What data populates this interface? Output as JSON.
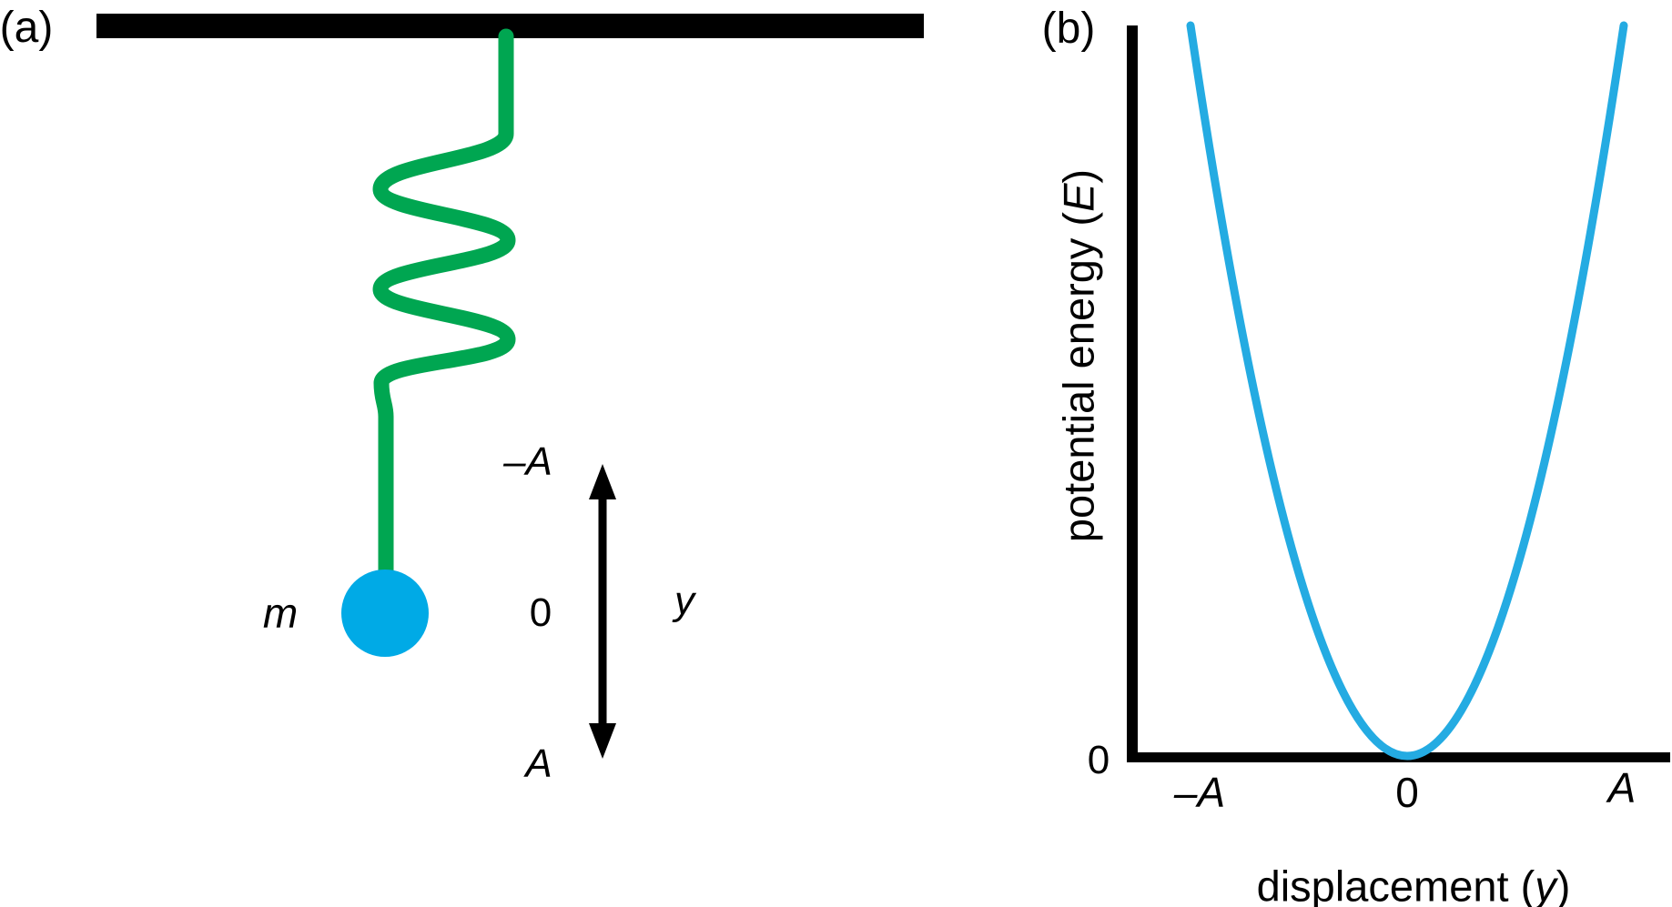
{
  "figure": {
    "caption_hint": "mass hanging on a spring (a) and its harmonic potential energy curve (b)",
    "panel_a": {
      "label": "(a)",
      "mass_label": "m",
      "displacement_scale": {
        "top_label": "–A",
        "equilibrium_label": "0",
        "bottom_label": "A",
        "axis_variable": "y"
      }
    },
    "panel_b": {
      "label": "(b)",
      "y_axis_label": {
        "prefix": "potential energy (",
        "variable": "E",
        "suffix": ")"
      },
      "x_axis_label": {
        "prefix": "displacement (",
        "variable": "y",
        "suffix": ")"
      },
      "origin_tick_label": "0",
      "x_tick_labels": [
        "–A",
        "0",
        "A"
      ]
    },
    "colors": {
      "spring_green": "#00A651",
      "mass_blue": "#00AAE6",
      "curve_blue": "#24ABE2",
      "ink_black": "#000000",
      "background": "#FFFFFF"
    }
  },
  "chart_data": {
    "type": "line",
    "title": "",
    "xlabel": "displacement (y)",
    "ylabel": "potential energy (E)",
    "x_tick_labels": [
      "-A",
      "0",
      "A"
    ],
    "y_tick_labels": [
      "0"
    ],
    "x_range_in_units_of_A": [
      -1,
      1
    ],
    "y_range": [
      0,
      "E_max"
    ],
    "grid": false,
    "legend": false,
    "series": [
      {
        "name": "potential energy of a mass on a spring",
        "shape": "upward parabola, E proportional to y squared, minimum E = 0 at y = 0, rising to maximum at y = -A and y = +A",
        "x_units_of_A": [
          -1,
          -0.75,
          -0.5,
          -0.25,
          0,
          0.25,
          0.5,
          0.75,
          1
        ],
        "E_fraction_of_max": [
          1,
          0.5625,
          0.25,
          0.0625,
          0,
          0.0625,
          0.25,
          0.5625,
          1
        ]
      }
    ]
  }
}
